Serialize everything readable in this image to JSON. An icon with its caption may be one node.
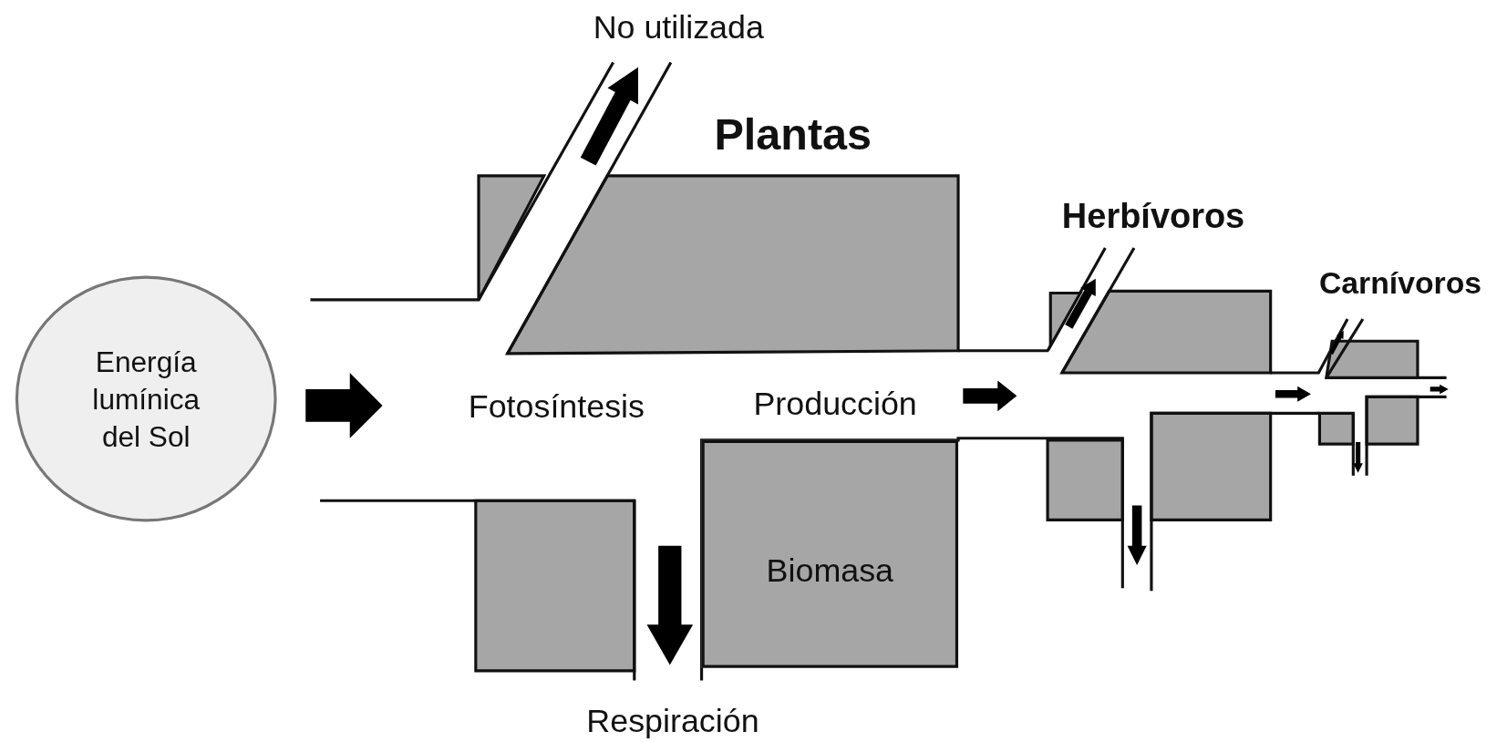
{
  "diagram": {
    "nodes": [
      {
        "text": [
          "Energía lumínica del Sol"
        ]
      },
      {
        "text": [
          "Biomasa"
        ]
      }
    ],
    "labels": [
      "No utilizada",
      "Plantas",
      "Herbívoros",
      "Carnívoros",
      "Fotosíntesis",
      "Producción",
      "Respiración"
    ]
  }
}
